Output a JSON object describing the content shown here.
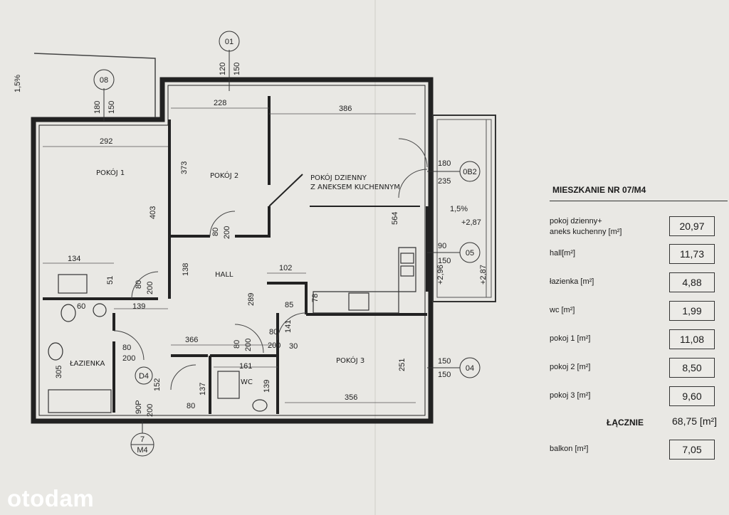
{
  "rooms": {
    "pokoj1": "POKÓJ 1",
    "pokoj2": "POKÓJ 2",
    "dzienny1": "POKÓJ DZIENNY",
    "dzienny2": "Z ANEKSEM KUCHENNYM",
    "hall": "HALL",
    "lazienka": "ŁAZIENKA",
    "pokoj3": "POKÓJ 3",
    "wc": "WC"
  },
  "markers": {
    "m01": "01",
    "m08": "08",
    "m0B2": "0B2",
    "m05": "05",
    "m04": "04",
    "d4": "D4",
    "m7": "7",
    "mM4": "M4"
  },
  "windows": {
    "w01": "120",
    "w01b": "150",
    "w08": "180",
    "w08b": "150",
    "w0B2": "180",
    "w0B2b": "235",
    "w05": "90",
    "w05b": "150",
    "w04": "150",
    "w04b": "150"
  },
  "dims": {
    "d228": "228",
    "d386": "386",
    "d292": "292",
    "d373": "373",
    "d403": "403",
    "d564": "564",
    "d134": "134",
    "d138": "138",
    "d102": "102",
    "d139": "139",
    "d289": "289",
    "d366": "366",
    "d161": "161",
    "d305": "305",
    "d137": "137",
    "d80a": "80",
    "d251": "251",
    "d356": "356",
    "d85": "85",
    "d78": "78",
    "d51": "51",
    "d60": "60",
    "d141": "141",
    "d30": "30",
    "d139b": "139",
    "d152": "152",
    "d15": "1,5%",
    "d15b": "1,5%",
    "lvl1": "+2,87",
    "lvl2": "+2,96",
    "lvl3": "+2,87"
  },
  "doors": {
    "dr1a": "80",
    "dr1b": "200",
    "dr2a": "80",
    "dr2b": "200",
    "dr3a": "80",
    "dr3b": "200",
    "dr4a": "80",
    "dr4b": "200",
    "dr5a": "80",
    "dr5b": "200",
    "dr6a": "90P",
    "dr6b": "200"
  },
  "summary": {
    "title": "MIESZKANIE NR 07/M4",
    "rows": [
      {
        "name1": "pokoj dzienny+",
        "name2": "aneks kuchenny [m²]",
        "value": "20,97"
      },
      {
        "name1": "hall[m²]",
        "name2": "",
        "value": "11,73"
      },
      {
        "name1": "łazienka [m²]",
        "name2": "",
        "value": "4,88"
      },
      {
        "name1": "wc [m²]",
        "name2": "",
        "value": "1,99"
      },
      {
        "name1": "pokoj 1 [m²]",
        "name2": "",
        "value": "11,08"
      },
      {
        "name1": "pokoj 2 [m²]",
        "name2": "",
        "value": "8,50"
      },
      {
        "name1": "pokoj 3 [m²]",
        "name2": "",
        "value": "9,60"
      }
    ],
    "total_label": "ŁĄCZNIE",
    "total_value": "68,75 [m²]",
    "balcony": {
      "name": "balkon [m²]",
      "value": "7,05"
    }
  },
  "logo": "otodam"
}
